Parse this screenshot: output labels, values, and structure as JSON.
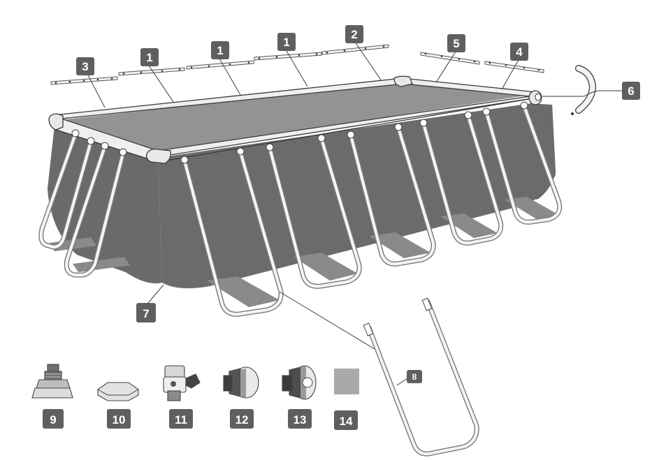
{
  "labels": {
    "rail_1a": "1",
    "rail_1b": "1",
    "rail_1c": "1",
    "rail_2": "2",
    "rail_3": "3",
    "rail_5": "5",
    "rail_4": "4",
    "connector_6": "6",
    "liner_7": "7",
    "leg_8": "8",
    "part_9": "9",
    "part_10": "10",
    "part_11": "11",
    "part_12": "12",
    "part_13": "13",
    "part_14": "14"
  },
  "colors": {
    "badge": "#5f5f5f",
    "liner": "#6e6e6e",
    "water": "#939393",
    "frame": "#f2f2f2",
    "outline": "#3a3a3a"
  },
  "icons": {
    "pool": "rectangular-frame-pool-icon",
    "valve": "drain-valve-icon",
    "cap": "drain-cap-icon",
    "plunger": "plunger-valve-icon",
    "strainer": "strainer-icon",
    "jet": "inlet-jet-icon",
    "patch": "repair-patch-icon"
  }
}
